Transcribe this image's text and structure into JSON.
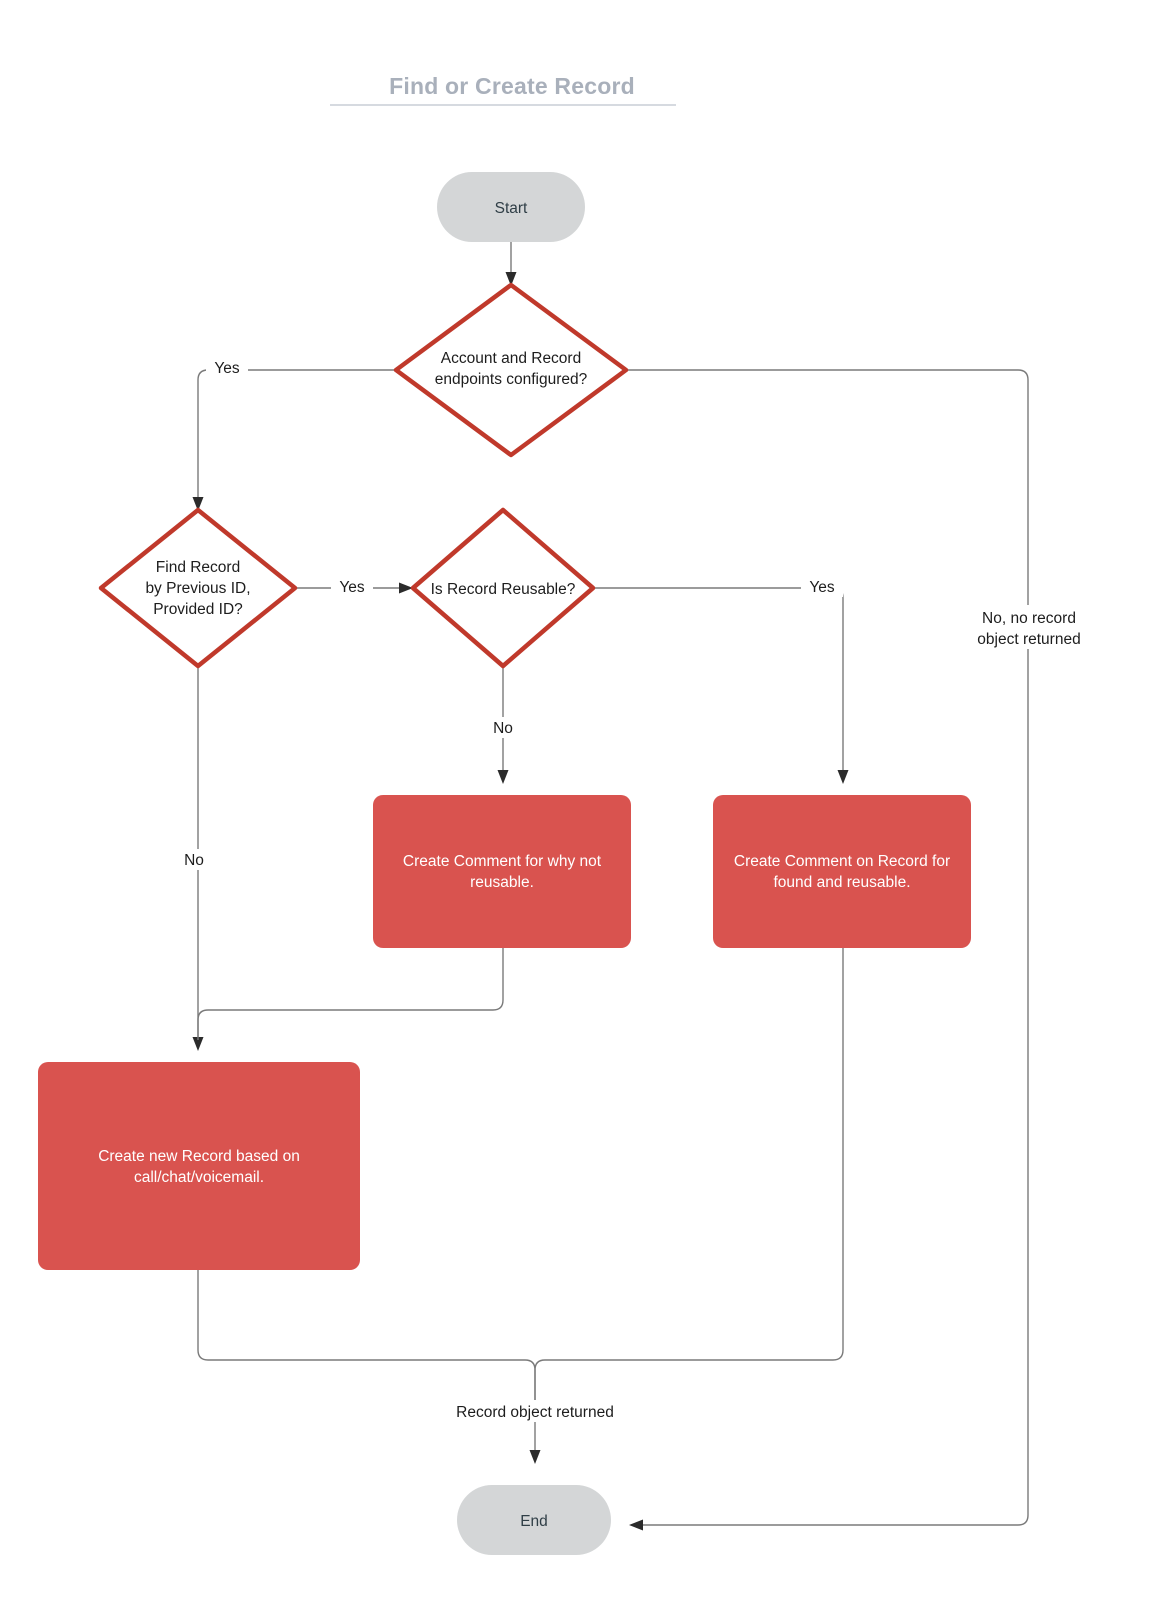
{
  "page": {
    "title": "Find or Create Record",
    "background": "#ffffff"
  },
  "colors": {
    "title": "#a9b0bb",
    "terminator_fill": "#d4d6d7",
    "decision_stroke": "#c0392b",
    "decision_fill": "#ffffff",
    "process_fill": "#d9534f",
    "process_text": "#ffffff",
    "edge": "#7a7a7a",
    "text": "#1d1d1d"
  },
  "chart_data": {
    "type": "diagram",
    "title": "Find or Create Record",
    "nodes": [
      {
        "id": "start",
        "shape": "terminator",
        "label": "Start"
      },
      {
        "id": "d1",
        "shape": "decision",
        "label_lines": [
          "Account and Record",
          "endpoints configured?"
        ]
      },
      {
        "id": "d2",
        "shape": "decision",
        "label_lines": [
          "Find Record",
          "by Previous ID,",
          "Provided ID?"
        ]
      },
      {
        "id": "d3",
        "shape": "decision",
        "label_lines": [
          "Is Record Reusable?"
        ]
      },
      {
        "id": "p1",
        "shape": "process",
        "label_lines": [
          "Create Comment for why not",
          "reusable."
        ]
      },
      {
        "id": "p2",
        "shape": "process",
        "label_lines": [
          "Create Comment on Record for",
          "found and reusable."
        ]
      },
      {
        "id": "p3",
        "shape": "process",
        "label_lines": [
          "Create new Record based on",
          "call/chat/voicemail."
        ]
      },
      {
        "id": "end",
        "shape": "terminator",
        "label": "End"
      }
    ],
    "edges": [
      {
        "from": "start",
        "to": "d1",
        "label": ""
      },
      {
        "from": "d1",
        "to": "d2",
        "label": "Yes"
      },
      {
        "from": "d1",
        "to": "end",
        "label_lines": [
          "No, no record",
          "object returned"
        ]
      },
      {
        "from": "d2",
        "to": "d3",
        "label": "Yes"
      },
      {
        "from": "d2",
        "to": "p3",
        "label": "No"
      },
      {
        "from": "d3",
        "to": "p1",
        "label": "No"
      },
      {
        "from": "d3",
        "to": "p2",
        "label": "Yes"
      },
      {
        "from": "p1",
        "to": "p3",
        "label": ""
      },
      {
        "from": "p3",
        "to": "end",
        "label": "Record object returned"
      },
      {
        "from": "p2",
        "to": "end",
        "label": ""
      }
    ]
  },
  "nodes": {
    "start": {
      "label": "Start"
    },
    "decision_endpoints": {
      "line1": "Account and Record",
      "line2": "endpoints configured?"
    },
    "decision_find_record": {
      "line1": "Find Record",
      "line2": "by Previous ID,",
      "line3": "Provided ID?"
    },
    "decision_reusable": {
      "line1": "Is Record Reusable?"
    },
    "process_comment_not_reusable": {
      "line1": "Create Comment for why not",
      "line2": "reusable."
    },
    "process_comment_on_record": {
      "line1": "Create Comment on Record for",
      "line2": "found and reusable."
    },
    "process_create_record": {
      "line1": "Create new Record based on",
      "line2": "call/chat/voicemail."
    },
    "end": {
      "label": "End"
    }
  },
  "edge_labels": {
    "yes_endpoints": "Yes",
    "no_record_object_line1": "No, no record",
    "no_record_object_line2": "object returned",
    "yes_find_record": "Yes",
    "no_find_record": "No",
    "no_reusable": "No",
    "yes_reusable": "Yes",
    "record_object_returned": "Record object returned"
  }
}
